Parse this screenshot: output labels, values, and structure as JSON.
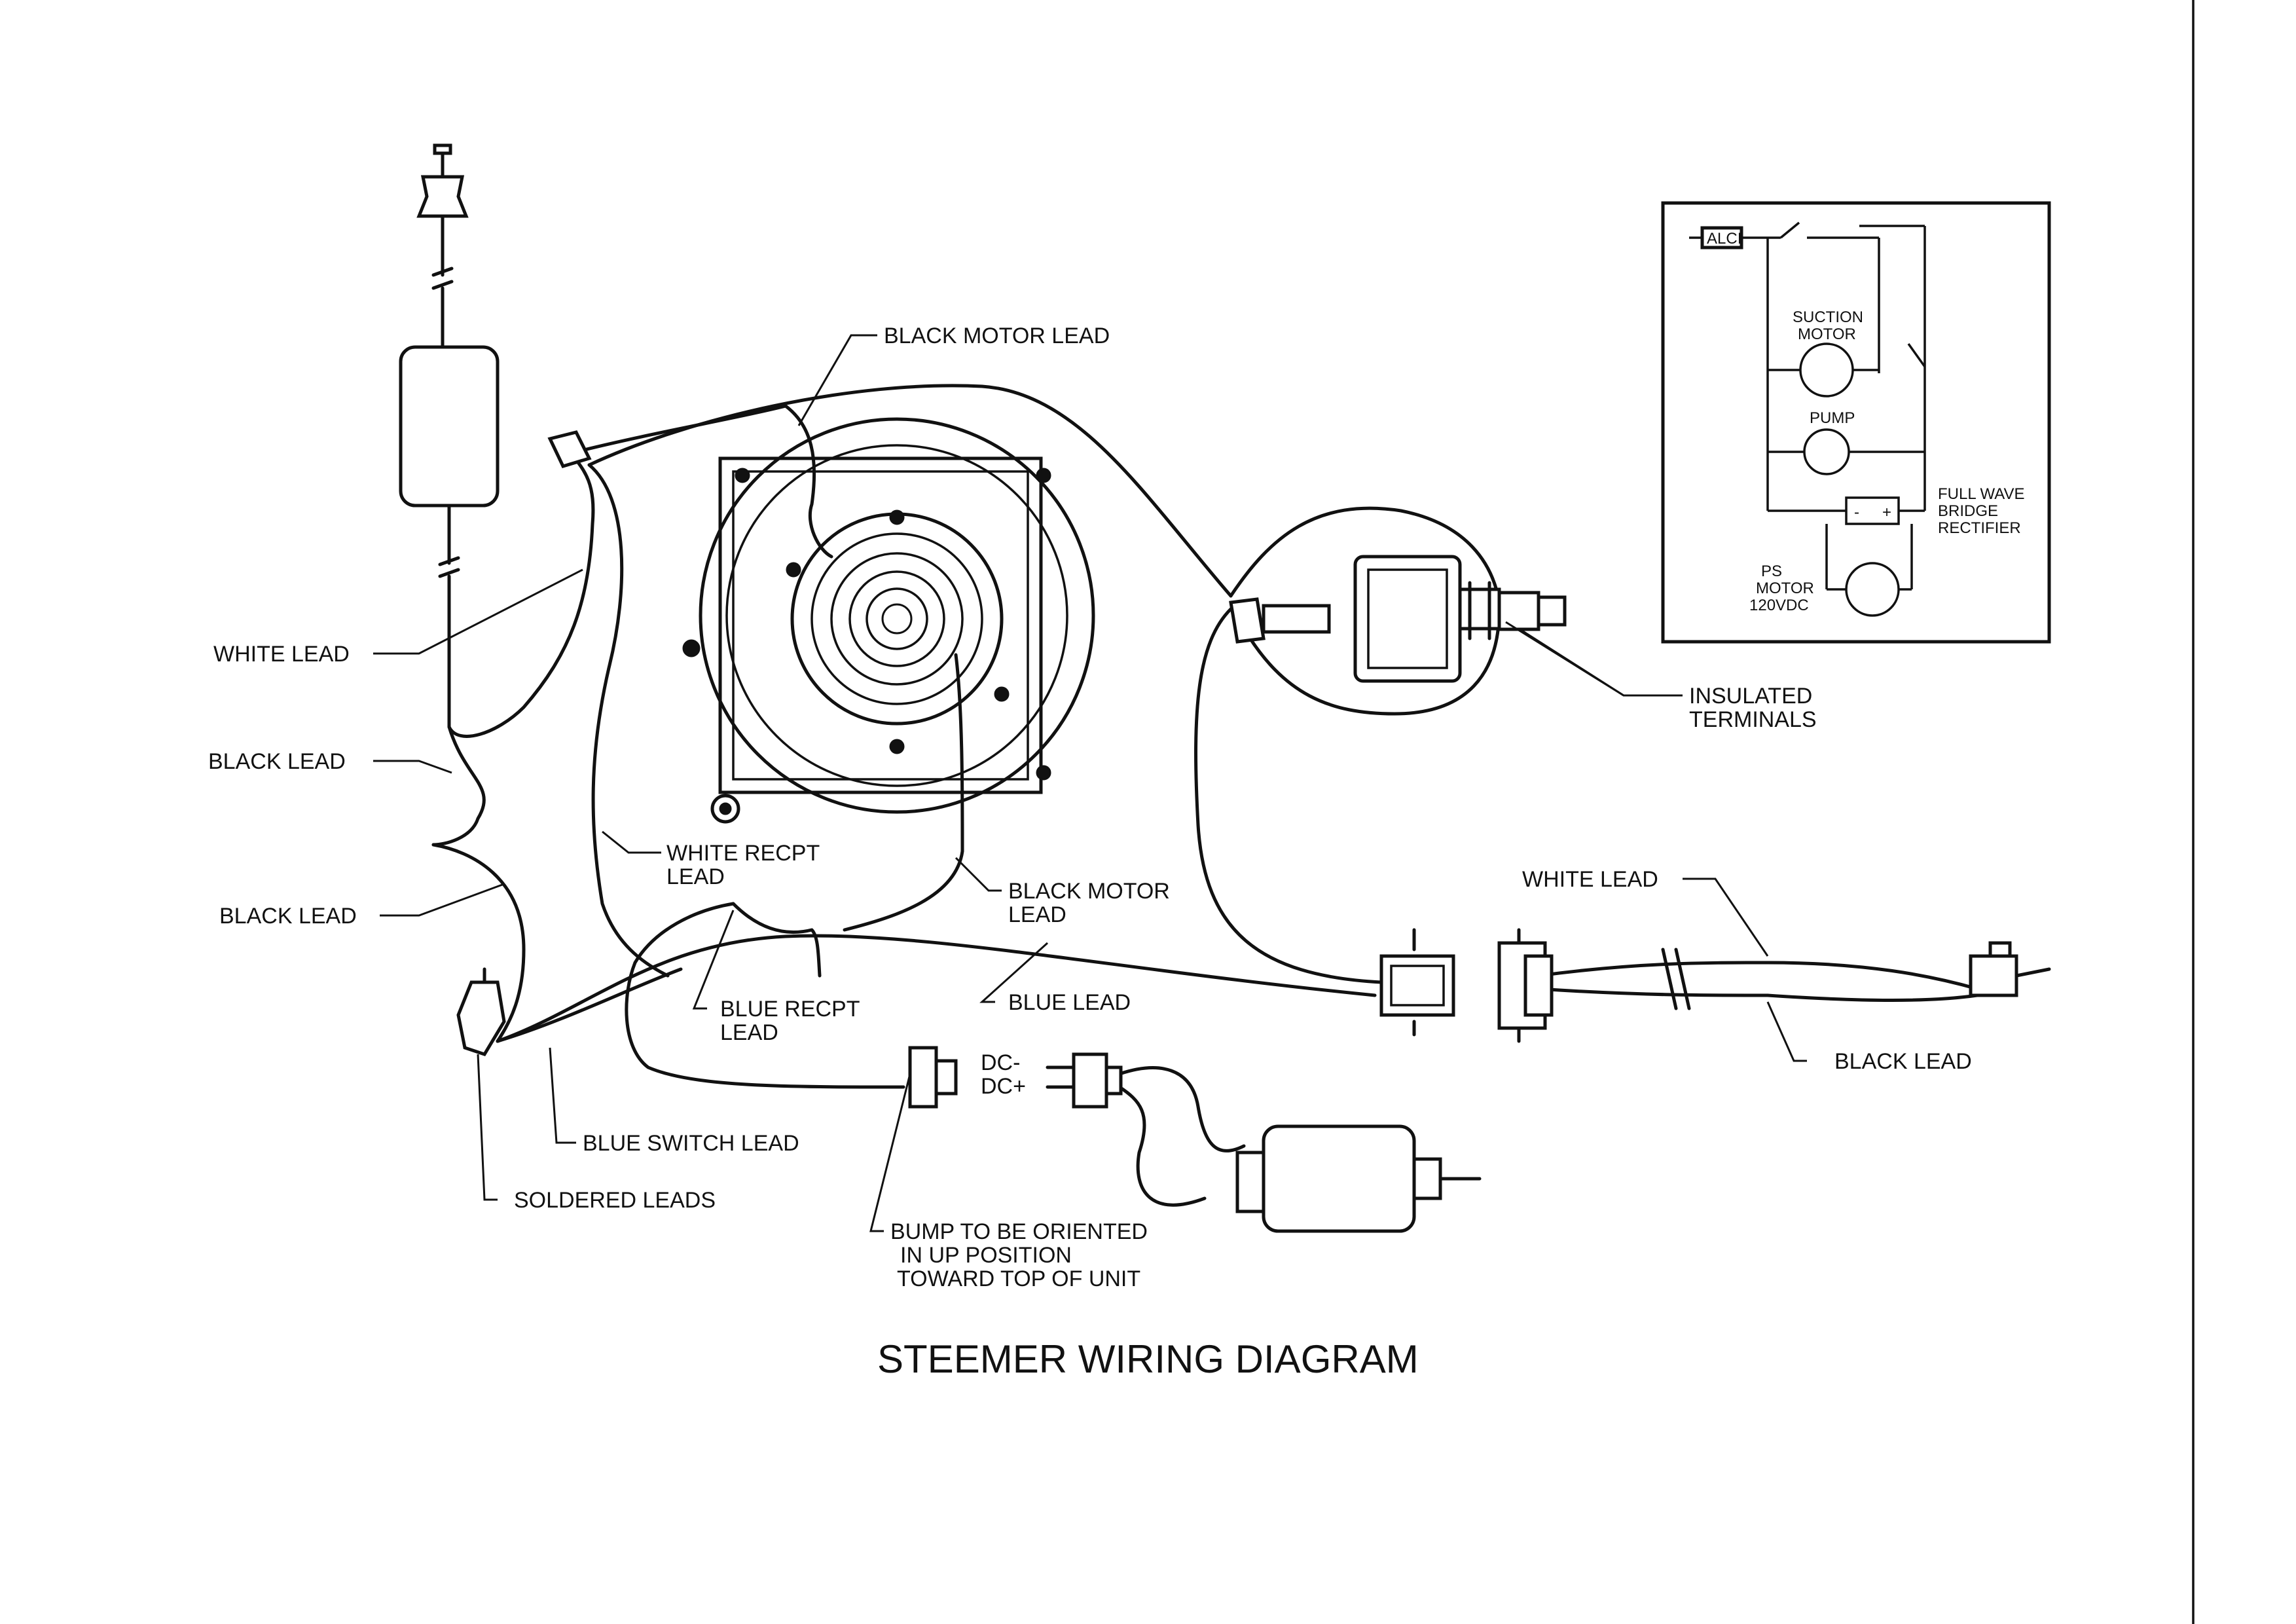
{
  "diagram": {
    "title": "STEEMER WIRING DIAGRAM",
    "labels": {
      "black_motor_lead_top": "BLACK MOTOR LEAD",
      "white_lead_left": "WHITE LEAD",
      "black_lead_upper": "BLACK LEAD",
      "black_lead_lower": "BLACK LEAD",
      "white_recpt_lead_1": "WHITE RECPT",
      "white_recpt_lead_2": "LEAD",
      "black_motor_lead_mid_1": "BLACK MOTOR",
      "black_motor_lead_mid_2": "LEAD",
      "blue_recpt_lead_1": "BLUE RECPT",
      "blue_recpt_lead_2": "LEAD",
      "blue_lead": "BLUE LEAD",
      "blue_switch_lead": "BLUE SWITCH LEAD",
      "soldered_leads": "SOLDERED LEADS",
      "bump_1": "BUMP TO BE ORIENTED",
      "bump_2": "IN UP POSITION",
      "bump_3": "TOWARD TOP OF UNIT",
      "dc_minus": "DC-",
      "dc_plus": "DC+",
      "insulated_terminals_1": "INSULATED",
      "insulated_terminals_2": "TERMINALS",
      "white_lead_right": "WHITE LEAD",
      "black_lead_right": "BLACK LEAD"
    },
    "schematic": {
      "alci": "ALCI",
      "suction_motor_1": "SUCTION",
      "suction_motor_2": "MOTOR",
      "pump": "PUMP",
      "rectifier_1": "FULL WAVE",
      "rectifier_2": "BRIDGE",
      "rectifier_3": "RECTIFIER",
      "ps_motor_1": "PS",
      "ps_motor_2": "MOTOR",
      "ps_motor_3": "120VDC",
      "rect_minus": "-",
      "rect_plus": "+"
    }
  },
  "colors": {
    "ink": "#111111",
    "paper": "#ffffff"
  },
  "icons": [
    "plug-icon",
    "alci-icon",
    "suction-motor-icon",
    "switch-icon",
    "pump-icon",
    "ps-motor-icon",
    "connector-icon"
  ]
}
